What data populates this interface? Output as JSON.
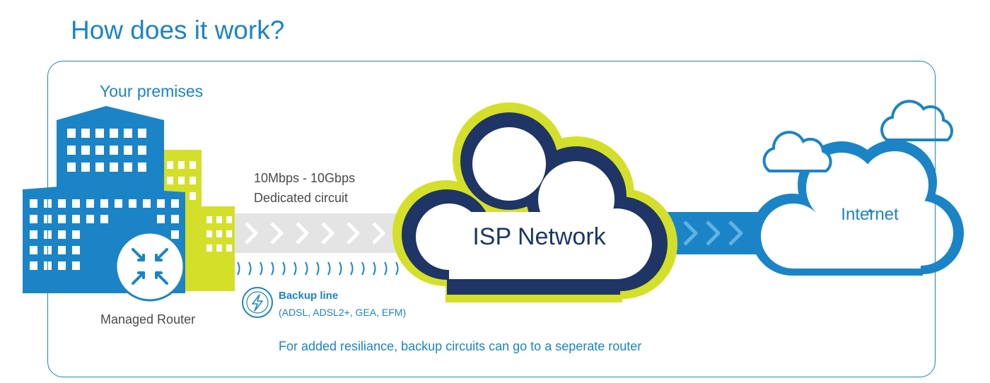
{
  "title": "How does it work?",
  "premises_label": "Your premises",
  "primary_link": {
    "speed": "10Mbps - 10Gbps",
    "type": "Dedicated circuit"
  },
  "router_label": "Managed Router",
  "backup": {
    "title": "Backup line",
    "technologies": "(ADSL, ADSL2+, GEA, EFM)"
  },
  "note": "For added resiliance, backup circuits can go to a seperate router",
  "isp_label": "ISP Network",
  "internet_label": "Internet",
  "colors": {
    "primary_blue": "#1b84c6",
    "navy": "#1e3566",
    "lime": "#d4df2a",
    "grey_arrow": "#e4e4e4"
  },
  "icons": [
    "router-icon",
    "lightning-icon",
    "cloud-icon",
    "building-icon"
  ]
}
